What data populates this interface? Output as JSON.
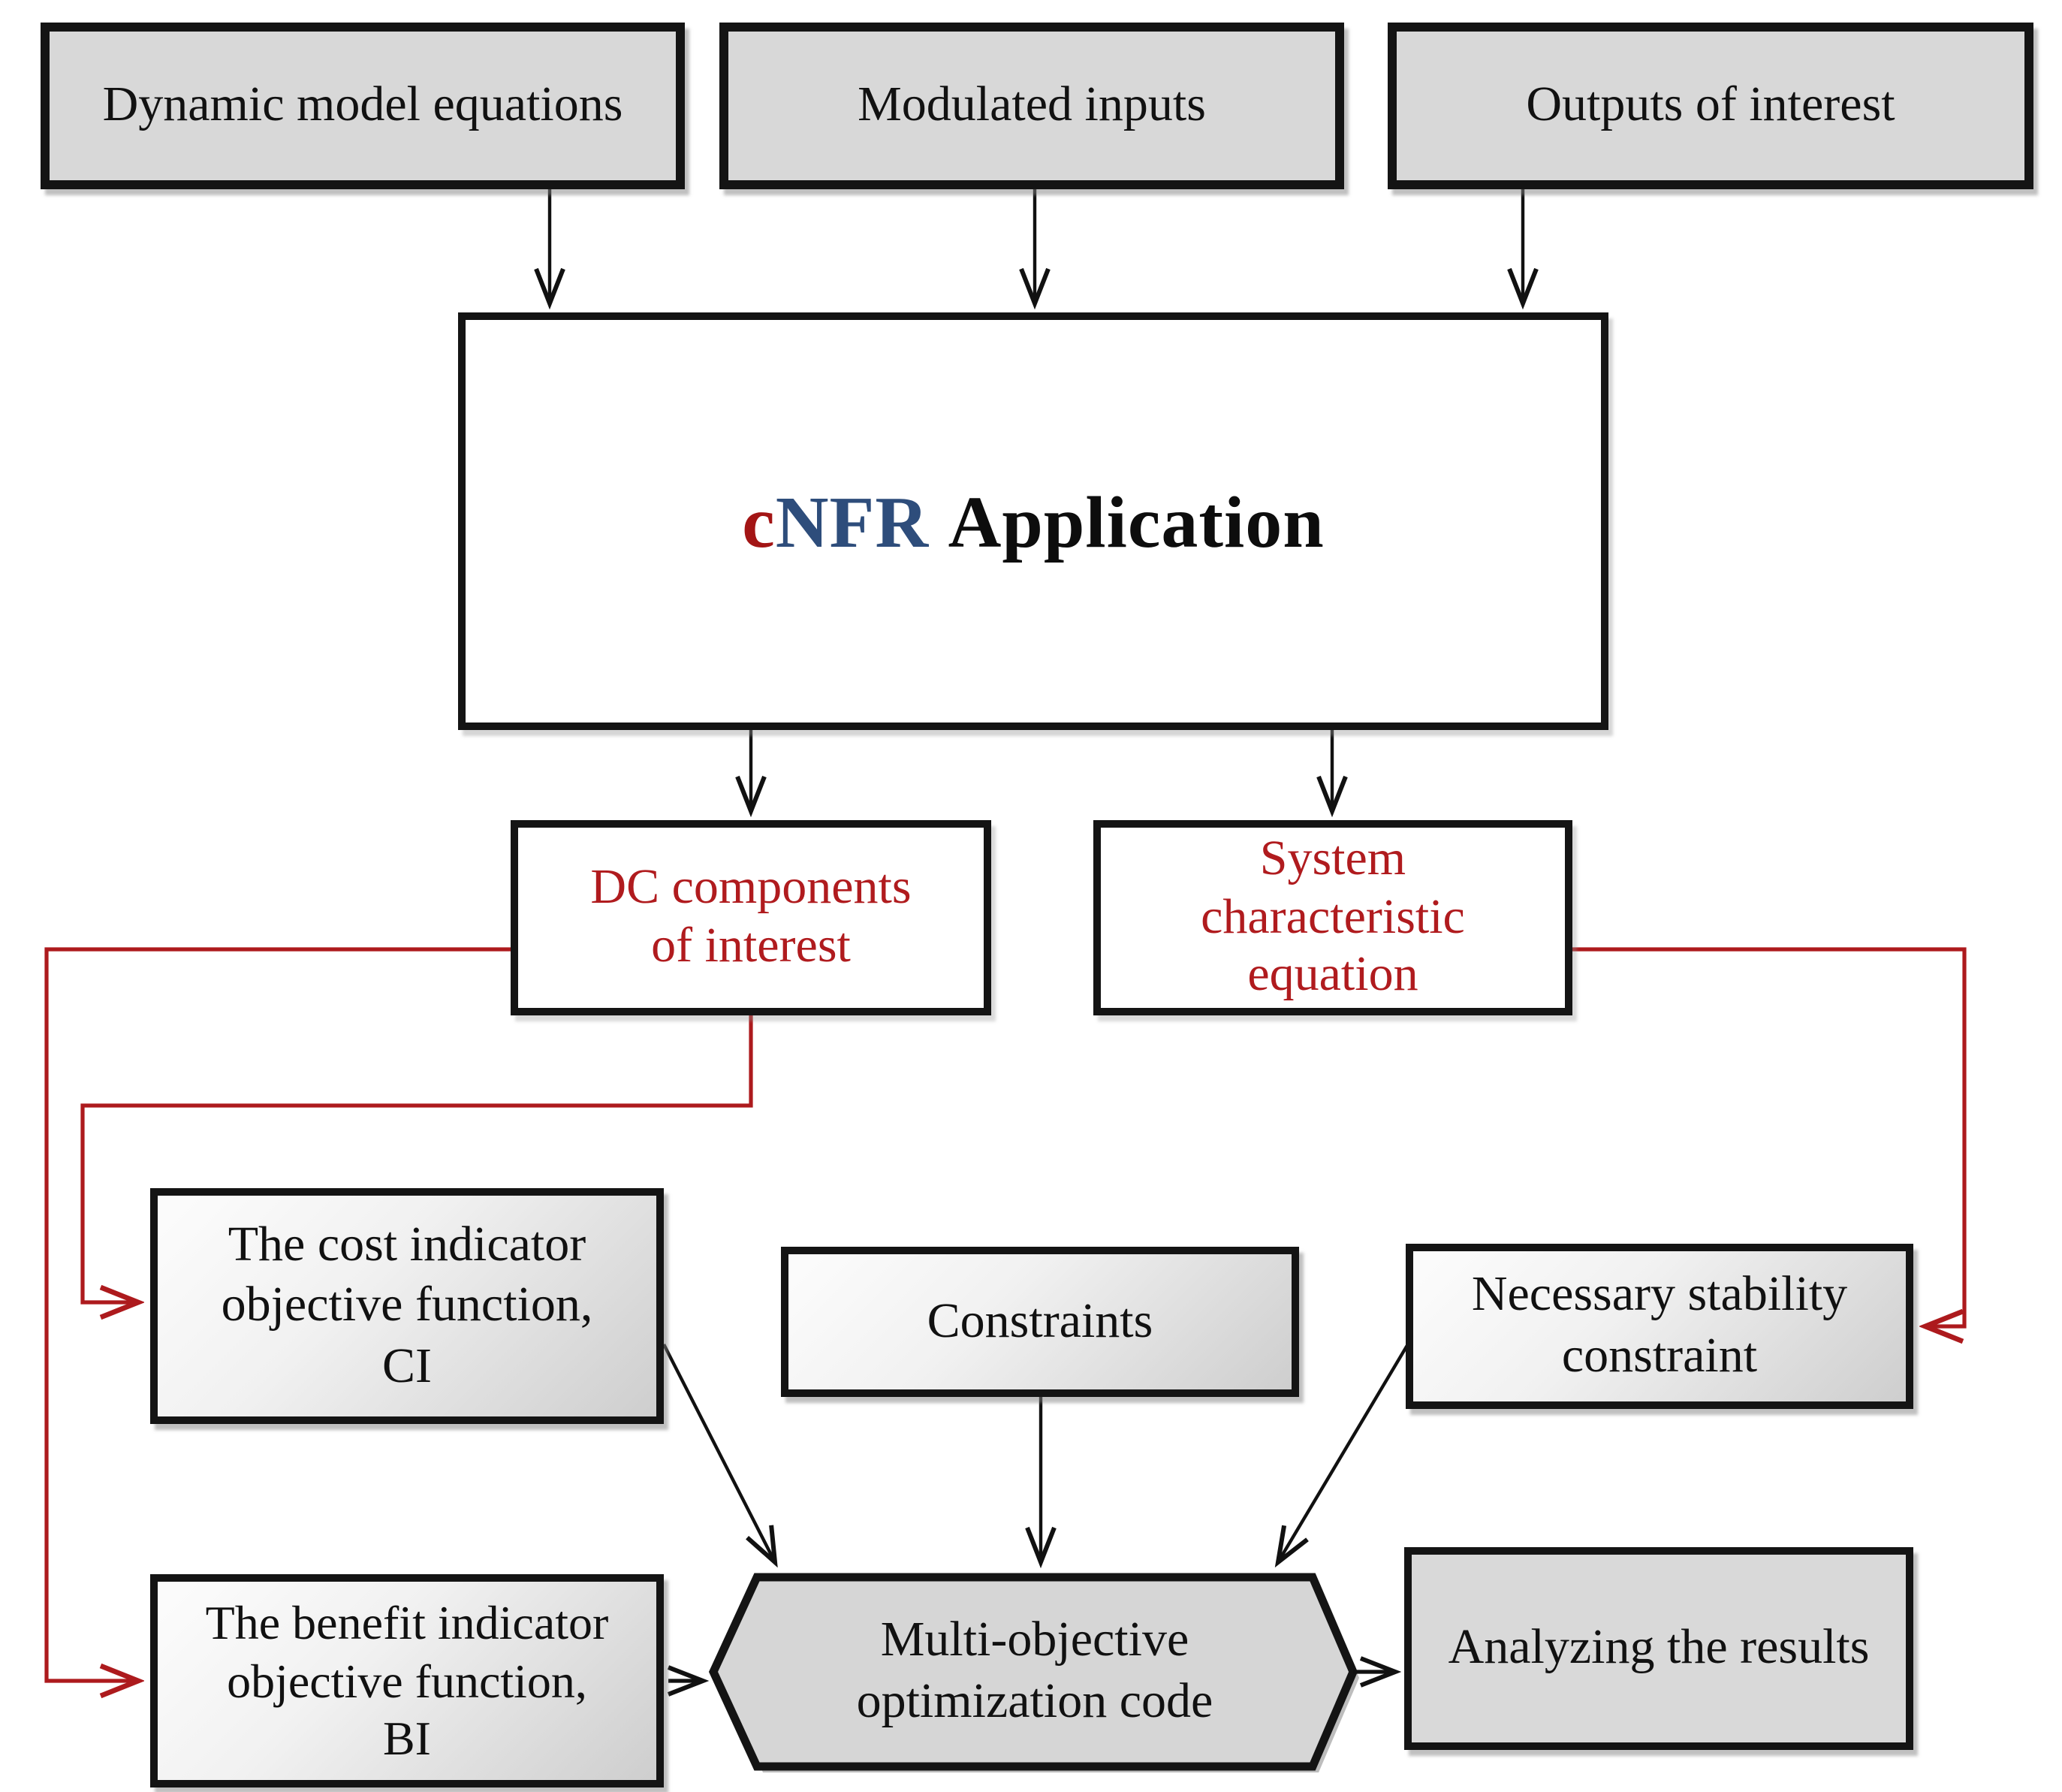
{
  "diagram": {
    "title": {
      "part_red": "c",
      "part_blue": "NFR",
      "part_black": "Application"
    },
    "colors": {
      "connector_red": "#ad1a1d",
      "red_text": "#b01b1e",
      "title_red": "#a31515",
      "title_blue": "#2e4d7b",
      "box_gray": "#d8d8d8",
      "border_black": "#141414"
    },
    "nodes": {
      "dynamic_model": {
        "label": "Dynamic model equations"
      },
      "modulated_inputs": {
        "label": "Modulated inputs"
      },
      "outputs_of_interest": {
        "label": "Outputs of interest"
      },
      "dc_components": {
        "lines": [
          "DC components",
          "of interest"
        ]
      },
      "system_characteristic": {
        "lines": [
          "System",
          "characteristic",
          "equation"
        ]
      },
      "cost_indicator": {
        "lines": [
          "The cost indicator",
          "objective function,",
          "CI"
        ]
      },
      "constraints": {
        "label": "Constraints"
      },
      "stability": {
        "lines": [
          "Necessary stability",
          "constraint"
        ]
      },
      "benefit_indicator": {
        "lines": [
          "The benefit indicator",
          "objective function,",
          "BI"
        ]
      },
      "optimization": {
        "lines": [
          "Multi-objective",
          "optimization code"
        ]
      },
      "analyzing": {
        "label": "Analyzing the results"
      }
    }
  }
}
